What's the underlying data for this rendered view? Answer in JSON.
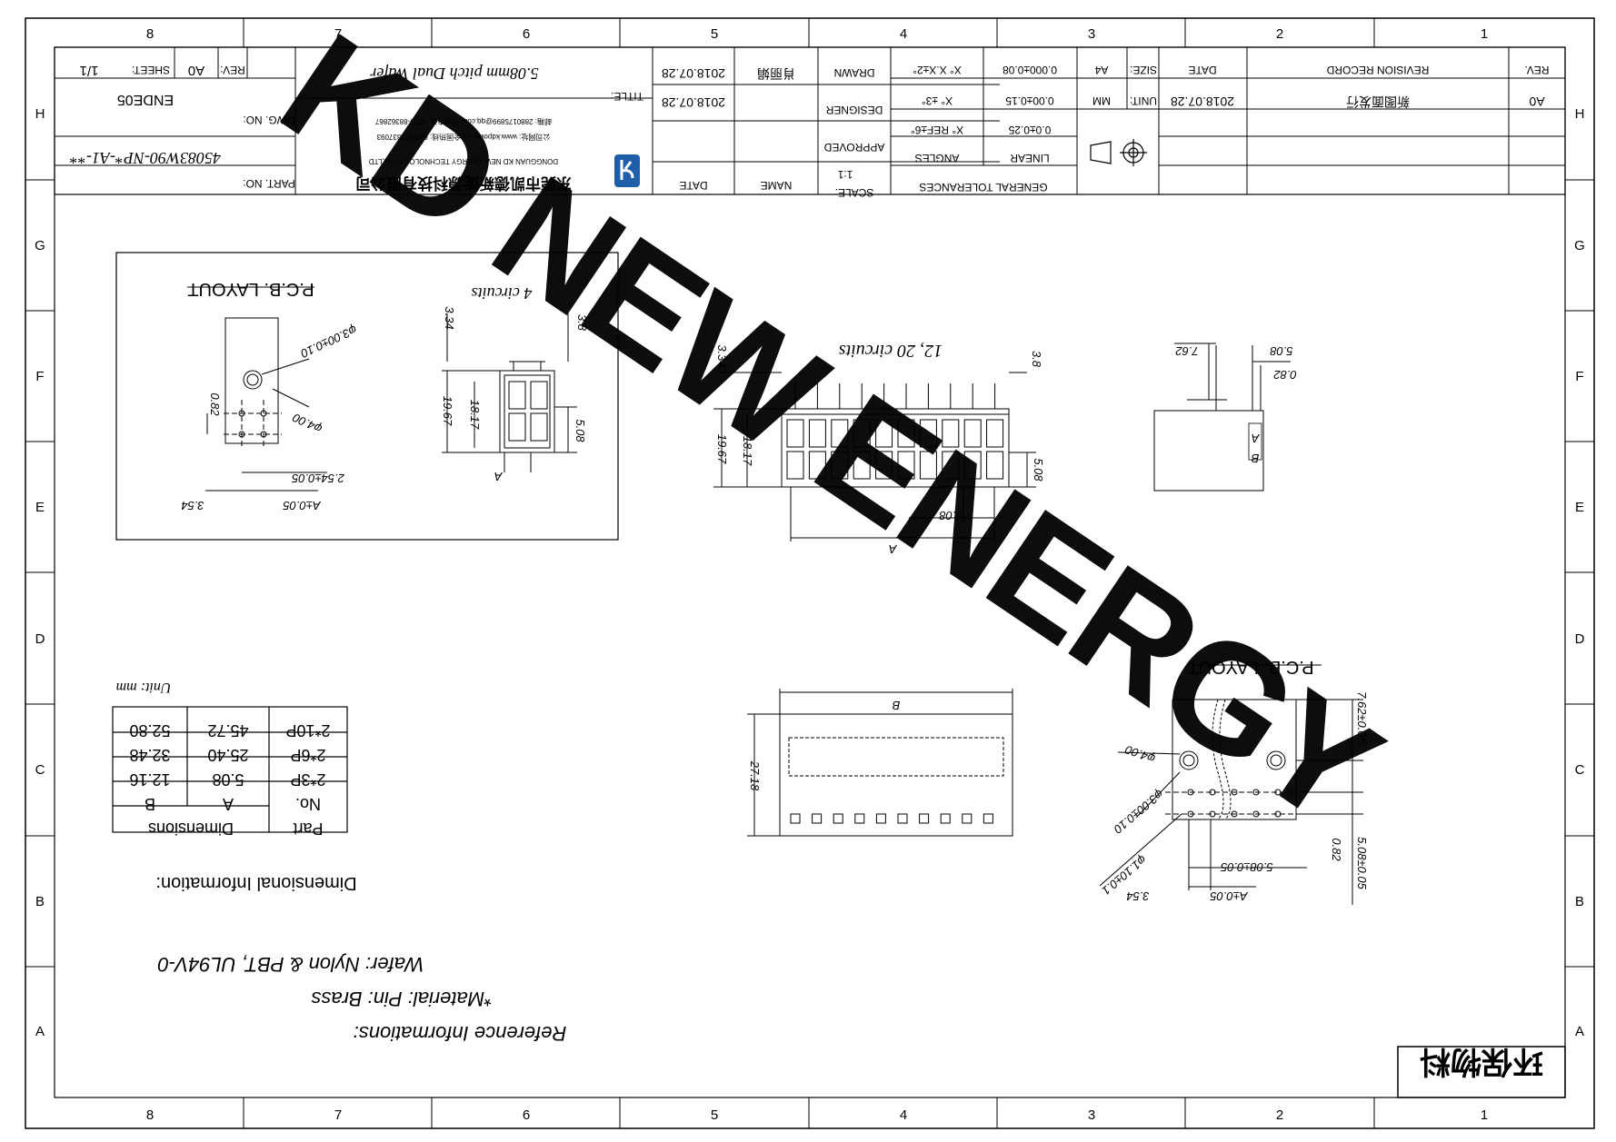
{
  "border": {
    "columns": [
      "8",
      "7",
      "6",
      "5",
      "4",
      "3",
      "2",
      "1"
    ],
    "rows": [
      "H",
      "G",
      "F",
      "E",
      "D",
      "C",
      "B",
      "A"
    ]
  },
  "title_block": {
    "rev_label": "REV:",
    "rev_value": "A0",
    "sheet_label": "SHEET:",
    "sheet_value": "1/1",
    "dwg_label": "DWG. NO:",
    "dwg_value": "ENDE05",
    "part_label": "PART. NO:",
    "part_value": "45083W90-NP*-A1-**",
    "title_label": "TITLE:",
    "title_value": "5.08mm pitch Dual Wafer",
    "company_cn": "东莞市凯德新能源科技有限公司",
    "company_en": "DONGGUAN KD NEW ENERGY TECHNOLOGY CO.,LTD",
    "contact_1": "公司网址: www.kdpower.cn   全国热线: 0769-88337093",
    "contact_2": "邮箱: 2880175899@qq.com   公司电话: 0769-88362867",
    "date_value": "2018.07.28",
    "drawn_name": "肖丽娟",
    "drawn_label": "DRAWN",
    "designer_label": "DESIGNER",
    "approved_label": "APPROVED",
    "name_label": "NAME",
    "date_label": "DATE",
    "scale_label": "SCALE:",
    "scale_value": "1:1",
    "tol_1a": "X° X.X±2°",
    "tol_1b": "0.000±0.08",
    "tol_2a": "X° ±3°",
    "tol_2b": "0.00±0.15",
    "tol_3a": "X° REF±6°",
    "tol_3b": "0.0±0.25",
    "angles_label": "ANGLES",
    "linear_label": "LINEAR",
    "general_tol_label": "GENERAL TOLERANCES",
    "size_label": "SIZE:",
    "size_value": "A4",
    "unit_label": "UNIT:",
    "unit_value": "MM",
    "rev_date_label": "DATE",
    "rev_record_label": "REVISION RECORD",
    "rev_col_label": "REV.",
    "rev_date_value": "2018.07.28",
    "rev_record_value": "新图面发行",
    "rev_row_value": "A0"
  },
  "watermark": "KD NEW ENERGY",
  "views": {
    "pcb_layout_label": "P.C.B. LAYOUT",
    "four_circuits": "4 circuits",
    "multi_circuits": "12, 20 circuits",
    "dim_hole_3": "φ3.00±0.10",
    "dim_hole_4": "φ4.00",
    "dim_hole_1": "φ1.10±0.1",
    "dim_0_82": "0.82",
    "dim_2_54": "2.54±0.05",
    "dim_a_tol": "A±0.05",
    "dim_3_54": "3.54",
    "dim_3_34": "3.34",
    "dim_3_8": "3.8",
    "dim_19_67": "19.67",
    "dim_18_17": "18.17",
    "dim_5_08": "5.08",
    "dim_a": "A",
    "dim_b": "B",
    "dim_7_62": "7.62",
    "dim_27_18": "27.18",
    "dim_7_62_tol": "7.62±0.05",
    "dim_5_08_tol": "5.08±0.05",
    "side_a": "A",
    "side_b": "B"
  },
  "dimension_table": {
    "unit_note": "Unit: mm",
    "header_part": "Part",
    "header_no": "No.",
    "header_dim": "Dimensions",
    "col_a": "A",
    "col_b": "B",
    "rows": [
      {
        "part": "2*3P",
        "a": "5.08",
        "b": "12.16"
      },
      {
        "part": "2*6P",
        "a": "25.40",
        "b": "32.48"
      },
      {
        "part": "2*10P",
        "a": "45.72",
        "b": "52.80"
      }
    ],
    "dim_info_label": "Dimensional Information:"
  },
  "reference": {
    "heading": "Reference Informations:",
    "line1": "*Material: Pin: Brass",
    "line2": "Wafer: Nylon & PBT, UL94V-0"
  },
  "eco_label": "环保物料",
  "colors": {
    "watermark": "#52f0f2",
    "line": "#000000"
  }
}
